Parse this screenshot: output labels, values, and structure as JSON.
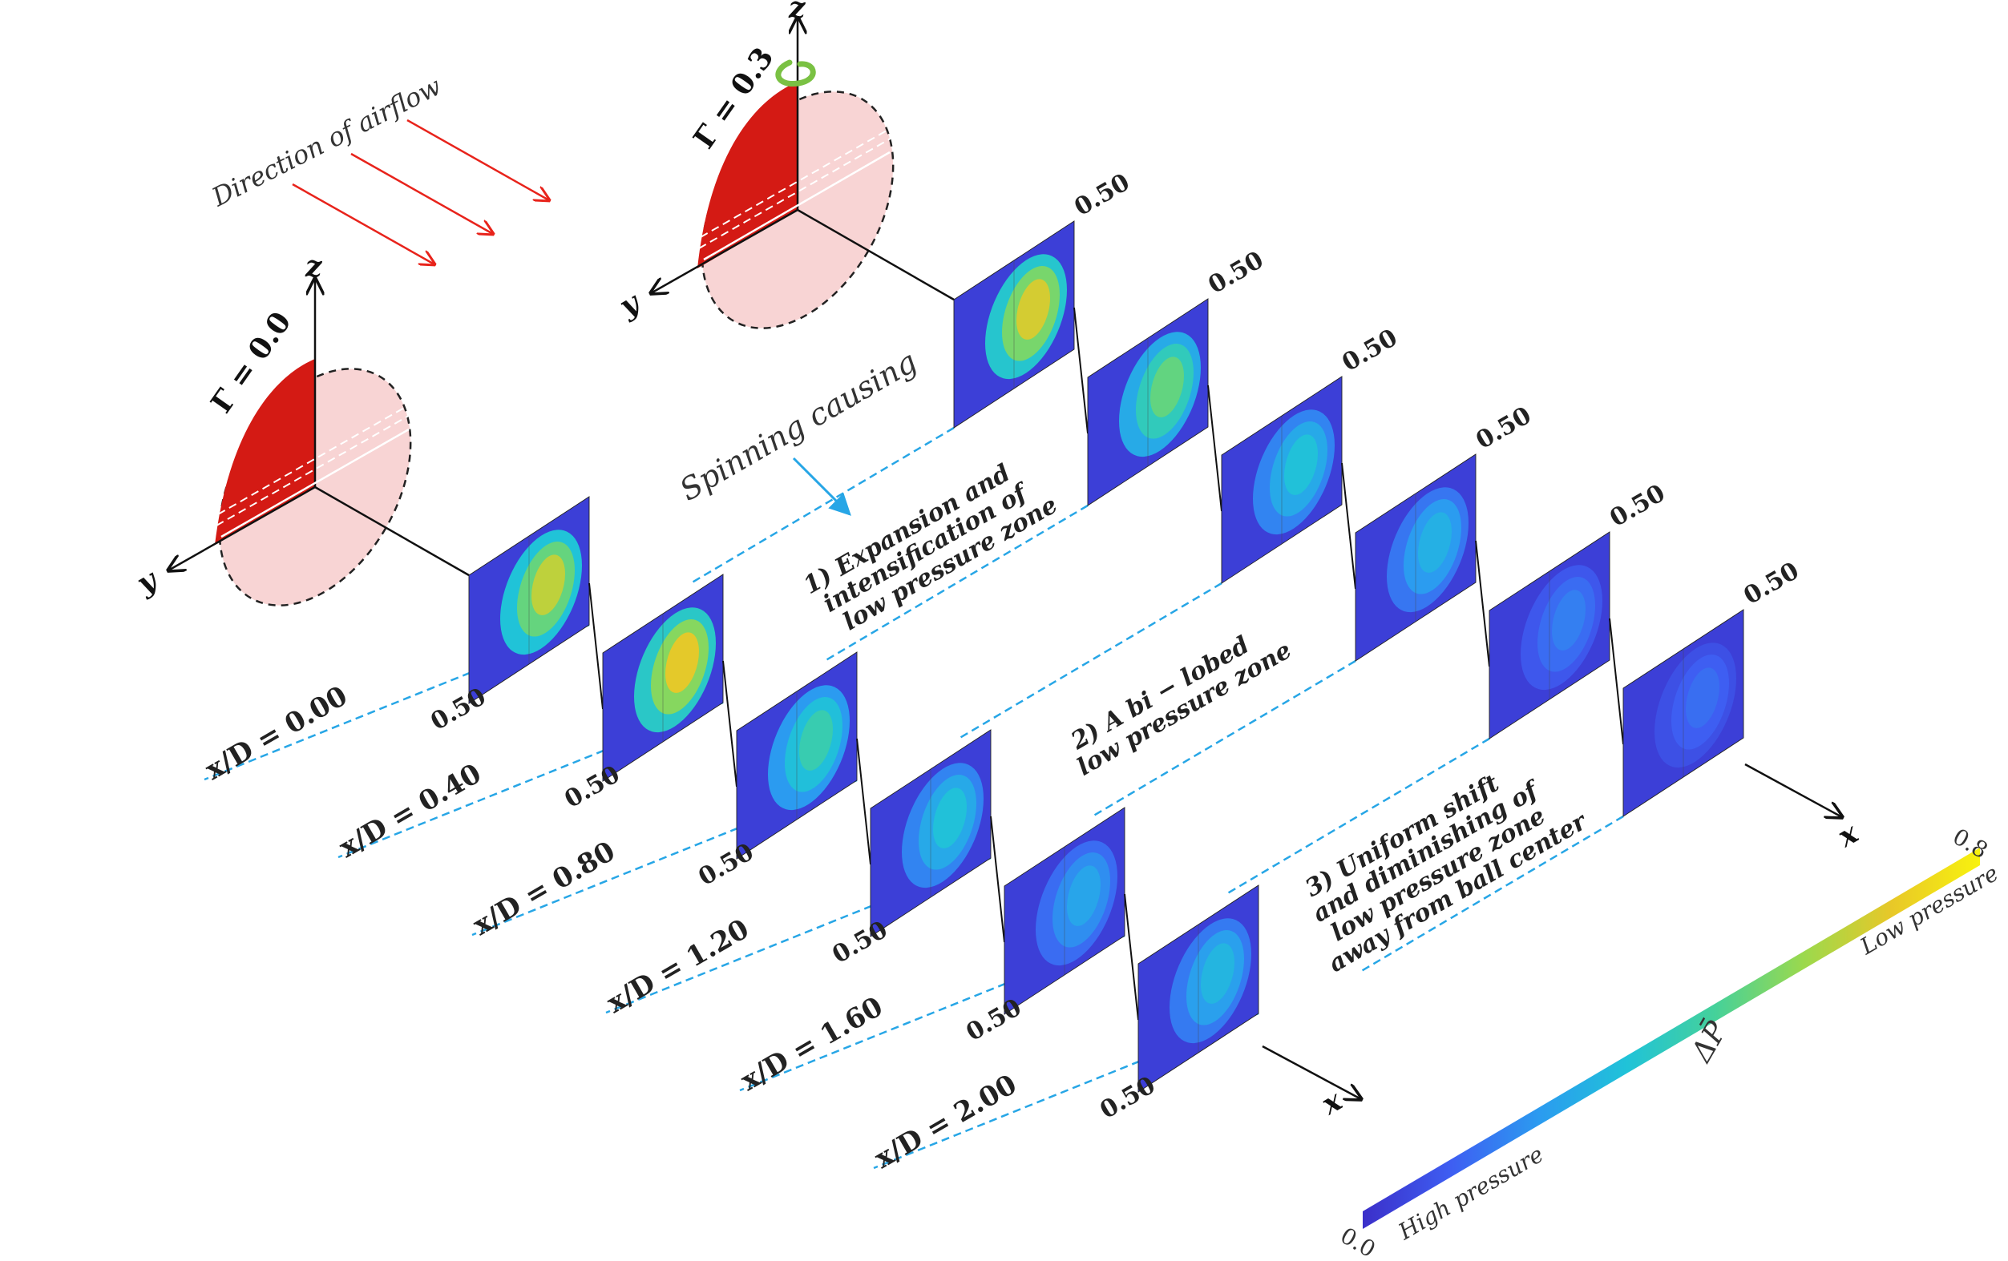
{
  "airflow": {
    "label": "Direction of airflow"
  },
  "balls": [
    {
      "gamma_label": "Γ = 0.0",
      "axis_z": "z",
      "axis_y": "y"
    },
    {
      "gamma_label": "Γ = 0.3",
      "axis_z": "z",
      "axis_y": "y"
    }
  ],
  "spin_note": "Spinning causing",
  "observations": [
    {
      "line1": "1) Expansion and",
      "line2": "intensification of",
      "line3": "low pressure zone"
    },
    {
      "line1": "2) A bi − lobed",
      "line2": "low pressure zone"
    },
    {
      "line1": "3) Uniform shift",
      "line2": "and diminishing of",
      "line3": "low pressure zone",
      "line4": "away from ball center"
    }
  ],
  "stations": [
    {
      "label": "x/D = 0.00",
      "edge": "0.50"
    },
    {
      "label": "x/D = 0.40",
      "edge": "0.50"
    },
    {
      "label": "x/D = 0.80",
      "edge": "0.50"
    },
    {
      "label": "x/D = 1.20",
      "edge": "0.50"
    },
    {
      "label": "x/D = 1.60",
      "edge": "0.50"
    },
    {
      "label": "x/D = 2.00",
      "edge": "0.50"
    }
  ],
  "row_gamma0_intensity": [
    0.78,
    0.85,
    0.52,
    0.42,
    0.32,
    0.38
  ],
  "row_gamma03_intensity": [
    0.82,
    0.62,
    0.42,
    0.36,
    0.22,
    0.18
  ],
  "row_gamma03_edges": [
    "0.50",
    "0.50",
    "0.50",
    "0.50",
    "0.50",
    "0.50"
  ],
  "x_axis_label": "x",
  "colorbar": {
    "min": "0.0",
    "max": "0.8",
    "title": "ΔP̄",
    "low_label": "High pressure",
    "high_label": "Low pressure",
    "colors": [
      "#3b2fc9",
      "#3e5ef2",
      "#2b9bf0",
      "#20c3d8",
      "#45d19a",
      "#9bd94d",
      "#e8c828",
      "#f8f20e"
    ]
  },
  "colors": {
    "ball_red": "#d41a14",
    "ball_pink": "#f8d4d4",
    "dashed_blue": "#27a6e6",
    "arrow_red": "#e8231b",
    "spin_green": "#7ac143"
  }
}
